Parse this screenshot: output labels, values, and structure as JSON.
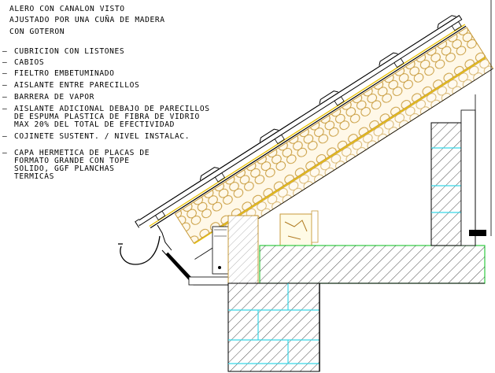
{
  "title_lines": [
    "ALERO CON CANALON VISTO",
    "AJUSTADO POR UNA CUÑA DE MADERA",
    "CON GOTERON"
  ],
  "legend": [
    {
      "dash": "–",
      "lines": [
        "CUBRICION CON LISTONES"
      ]
    },
    {
      "dash": "–",
      "lines": [
        "CABIOS"
      ]
    },
    {
      "dash": "–",
      "lines": [
        "FIELTRO EMBETUMINADO"
      ]
    },
    {
      "dash": "–",
      "lines": [
        "AISLANTE ENTRE PARECILLOS"
      ]
    },
    {
      "dash": "–",
      "lines": [
        "BARRERA DE VAPOR"
      ]
    },
    {
      "dash": "–",
      "lines": [
        "AISLANTE ADICIONAL DEBAJO DE PARECILLOS",
        "DE ESPUMA PLASTICA DE FIBRA DE VIDRIO",
        "MAX 20% DEL TOTAL DE EFECTIVIDAD"
      ]
    },
    {
      "dash": "–",
      "lines": [
        "COJINETE SUSTENT. / NIVEL INSTALAC."
      ]
    },
    {
      "dash": "–",
      "lines": [
        "CAPA HERMETICA DE PLACAS DE",
        "FORMATO GRANDE CON TOPE",
        "SOLIDO, GGF PLANCHAS",
        "TERMICAS"
      ]
    }
  ],
  "colors": {
    "line": "#000000",
    "insulation": "#c79a3a",
    "insulation_fill": "#fff3d6",
    "membrane": "#e8c000",
    "concrete_outline": "#2ecc40",
    "brick_joint": "#38d7e8",
    "hatch": "#000000"
  }
}
